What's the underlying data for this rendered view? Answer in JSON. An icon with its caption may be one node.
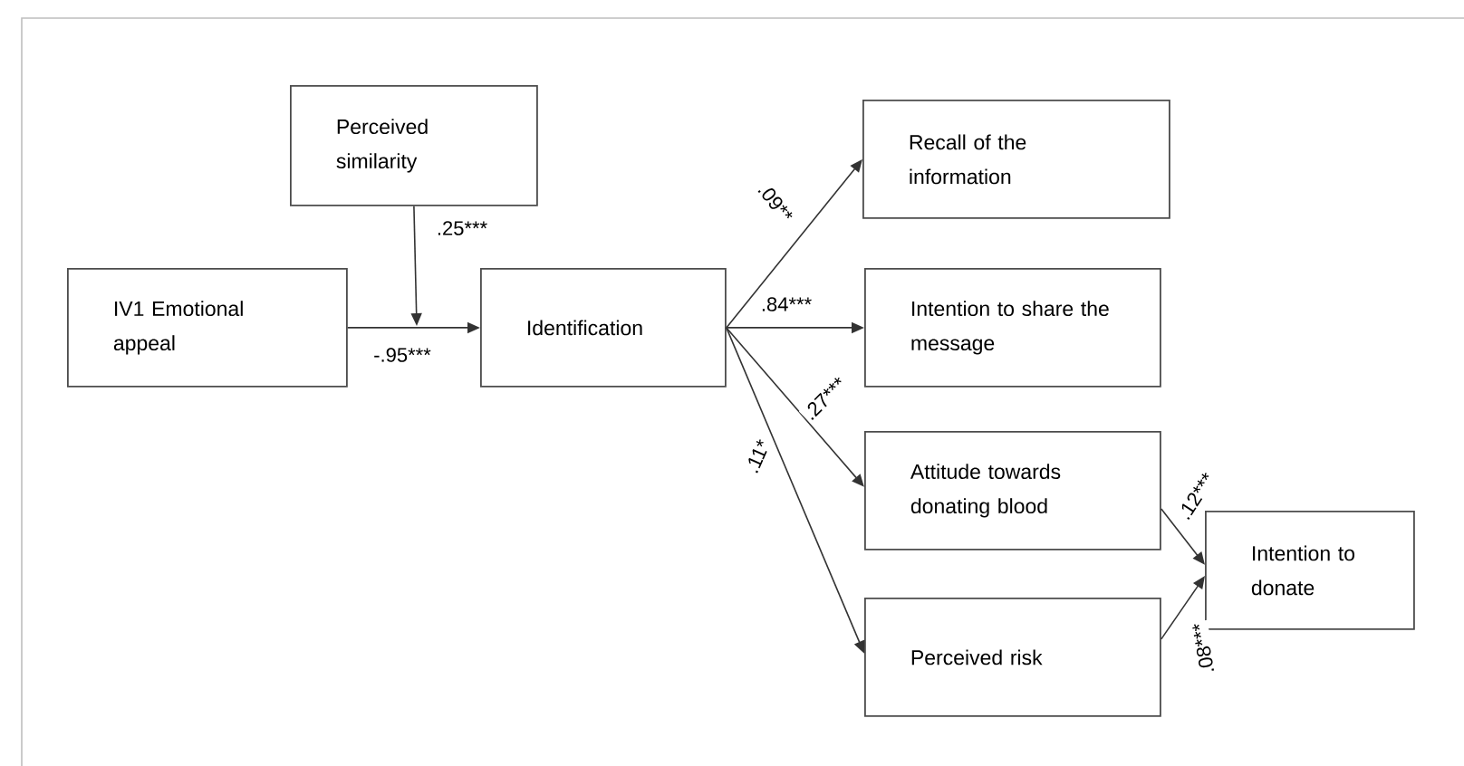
{
  "diagram": {
    "nodes": [
      {
        "text": [
          "Perceived similarity"
        ]
      },
      {
        "text": [
          "IV1 Emotional appeal"
        ]
      },
      {
        "text": [
          "Identification"
        ]
      },
      {
        "text": [
          "Recall of the information"
        ]
      },
      {
        "text": [
          "Intention to share the message"
        ]
      },
      {
        "text": [
          "Attitude towards donating blood"
        ]
      },
      {
        "text": [
          "Perceived risk"
        ]
      },
      {
        "text": [
          "Intention to donate"
        ]
      }
    ],
    "edges": [
      {
        "from": 1,
        "to": 2,
        "arrow": "to",
        "label": "-.95***"
      },
      {
        "from": 0,
        "to": null,
        "arrow": "to",
        "label": ".25***"
      },
      {
        "from": 2,
        "to": 3,
        "arrow": "to",
        "label": ".09**"
      },
      {
        "from": 2,
        "to": 4,
        "arrow": "to",
        "label": ".84***"
      },
      {
        "from": 2,
        "to": 5,
        "arrow": "to",
        "label": ".27***"
      },
      {
        "from": 2,
        "to": 6,
        "arrow": "to",
        "label": ".11*"
      },
      {
        "from": 5,
        "to": 7,
        "arrow": "to",
        "label": ".12***"
      },
      {
        "from": 6,
        "to": 7,
        "arrow": "to",
        "label": ".08***"
      }
    ]
  }
}
